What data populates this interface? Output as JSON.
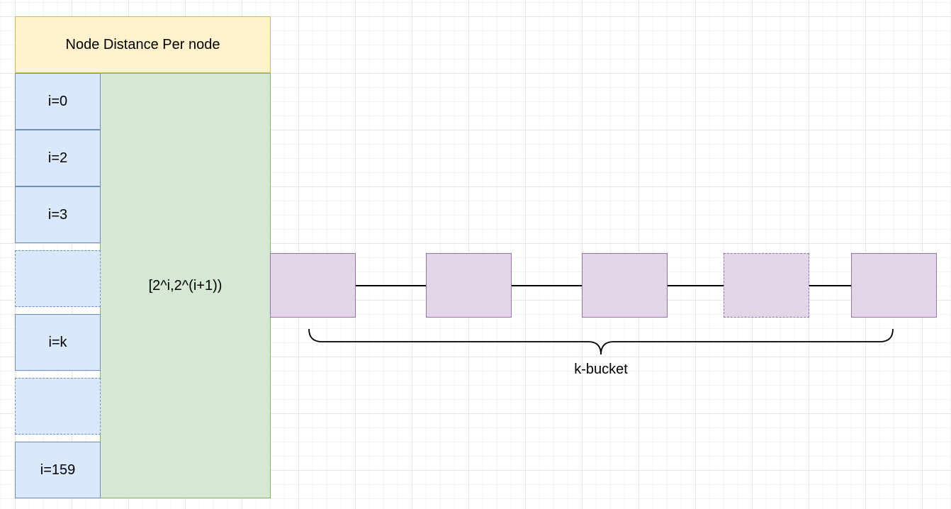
{
  "header": {
    "title": "Node Distance Per node"
  },
  "range": {
    "label": "[2^i,2^(i+1))"
  },
  "rows": [
    {
      "label": "i=0",
      "dashed": false
    },
    {
      "label": "i=2",
      "dashed": false
    },
    {
      "label": "i=3",
      "dashed": false
    },
    {
      "label": "",
      "dashed": true
    },
    {
      "label": "i=k",
      "dashed": false
    },
    {
      "label": "",
      "dashed": true
    },
    {
      "label": "i=159",
      "dashed": false
    }
  ],
  "bucket": {
    "label": "k-bucket",
    "nodes": [
      {
        "dashed": false
      },
      {
        "dashed": false
      },
      {
        "dashed": false
      },
      {
        "dashed": true
      },
      {
        "dashed": false
      }
    ]
  },
  "colors": {
    "header_fill": "#fff2cc",
    "header_stroke": "#d6b656",
    "range_fill": "#d5e8d4",
    "range_stroke": "#82b366",
    "row_fill": "#dae8fc",
    "row_stroke": "#6c8ebf",
    "node_fill": "#e1d5e7",
    "node_stroke": "#9673a6"
  }
}
